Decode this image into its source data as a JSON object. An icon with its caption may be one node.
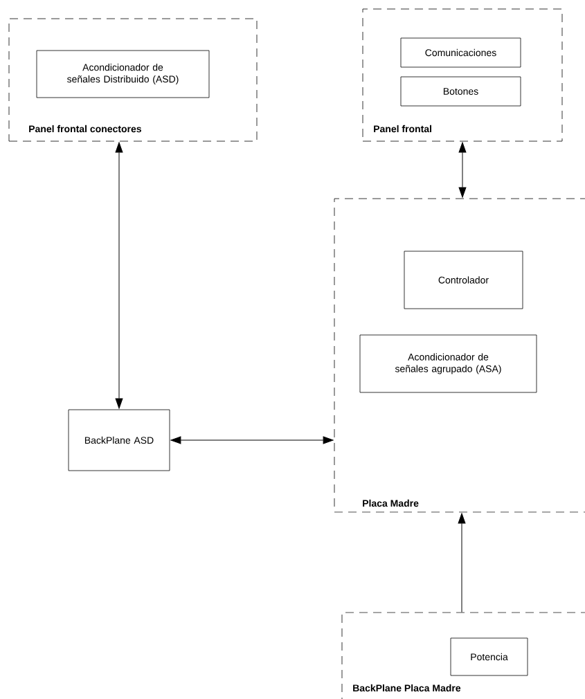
{
  "diagram": {
    "nodes": [
      {
        "text": [
          "Panel frontal conectores"
        ]
      },
      {
        "text": [
          "Acondicionador de señales Distribuido (ASD)"
        ],
        "in": 0
      },
      {
        "text": [
          "Panel frontal"
        ]
      },
      {
        "text": [
          "Comunicaciones"
        ],
        "in": 2
      },
      {
        "text": [
          "Botones"
        ],
        "in": 2
      },
      {
        "text": [
          "Placa Madre"
        ]
      },
      {
        "text": [
          "Controlador"
        ],
        "in": 5
      },
      {
        "text": [
          "Acondicionador de señales agrupado (ASA)"
        ],
        "in": 5
      },
      {
        "text": [
          "BackPlane ASD"
        ]
      },
      {
        "text": [
          "BackPlane Placa Madre"
        ]
      },
      {
        "text": [
          "Potencia"
        ],
        "in": 9
      }
    ],
    "edges": [
      {
        "from": 0,
        "to": 8,
        "arrow": "both"
      },
      {
        "from": 2,
        "to": 5,
        "arrow": "both"
      },
      {
        "from": 8,
        "to": 5,
        "arrow": "both"
      },
      {
        "from": 9,
        "to": 5,
        "arrow": "to"
      }
    ]
  }
}
